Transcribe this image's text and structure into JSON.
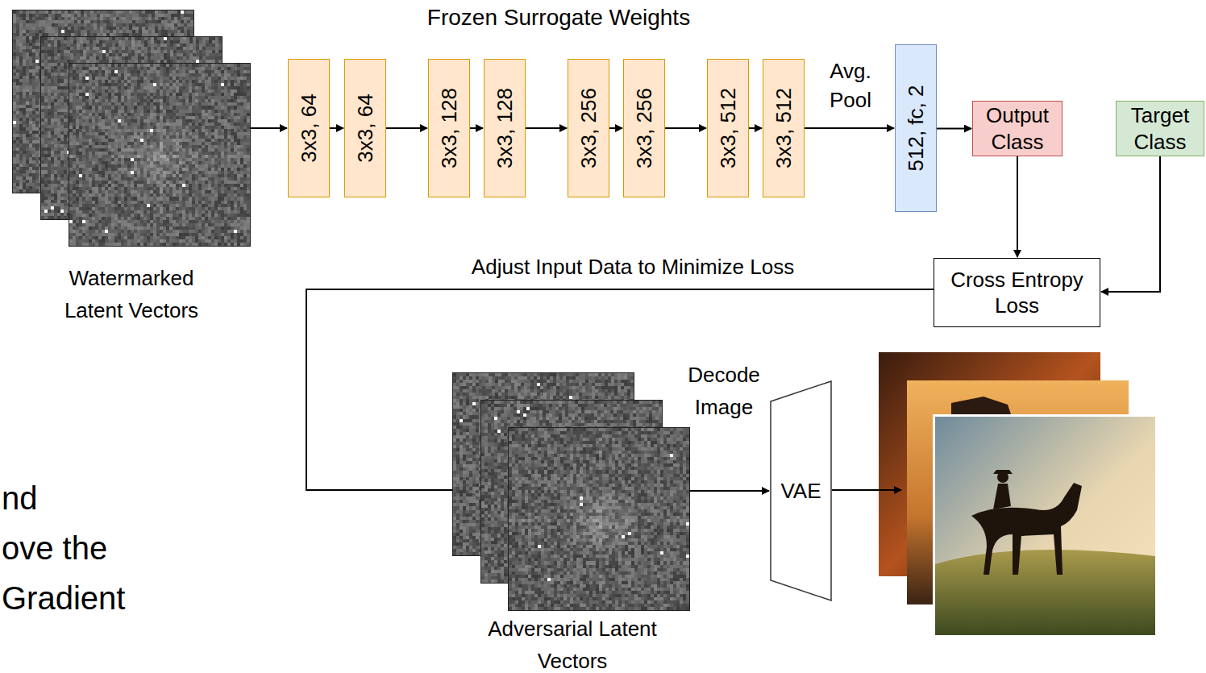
{
  "diagram": {
    "title": "Frozen Surrogate Weights",
    "nodes": [
      {
        "text": [
          "Watermarked Latent Vectors"
        ]
      },
      {
        "text": [
          "3x3, 64"
        ]
      },
      {
        "text": [
          "3x3, 64"
        ]
      },
      {
        "text": [
          "3x3, 128"
        ]
      },
      {
        "text": [
          "3x3, 128"
        ]
      },
      {
        "text": [
          "3x3, 256"
        ]
      },
      {
        "text": [
          "3x3, 256"
        ]
      },
      {
        "text": [
          "3x3, 512"
        ]
      },
      {
        "text": [
          "3x3, 512"
        ]
      },
      {
        "text": [
          "512, fc, 2"
        ]
      },
      {
        "text": [
          "Output Class"
        ]
      },
      {
        "text": [
          "Target Class"
        ]
      },
      {
        "text": [
          "Cross Entropy Loss"
        ]
      },
      {
        "text": [
          "Adversarial Latent Vectors"
        ]
      },
      {
        "text": [
          "VAE"
        ]
      }
    ],
    "edges": [
      {
        "from": 0,
        "to": 1,
        "arrow": "to"
      },
      {
        "from": 1,
        "to": 2,
        "arrow": "to"
      },
      {
        "from": 2,
        "to": 3,
        "arrow": "to"
      },
      {
        "from": 3,
        "to": 4,
        "arrow": "to"
      },
      {
        "from": 4,
        "to": 5,
        "arrow": "to"
      },
      {
        "from": 5,
        "to": 6,
        "arrow": "to"
      },
      {
        "from": 6,
        "to": 7,
        "arrow": "to"
      },
      {
        "from": 7,
        "to": 8,
        "arrow": "to"
      },
      {
        "from": 8,
        "to": 9,
        "label": "Avg. Pool",
        "arrow": "to"
      },
      {
        "from": 9,
        "to": 10,
        "arrow": "to"
      },
      {
        "from": 10,
        "to": 12,
        "arrow": "to"
      },
      {
        "from": 11,
        "to": 12,
        "arrow": "to"
      },
      {
        "from": 12,
        "to": 13,
        "label": "Adjust Input Data to Minimize Loss",
        "arrow": "to"
      },
      {
        "from": 13,
        "to": 14,
        "arrow": "to"
      }
    ],
    "labels": [
      "Decode Image",
      "nd",
      "ove the",
      "Gradient"
    ]
  }
}
